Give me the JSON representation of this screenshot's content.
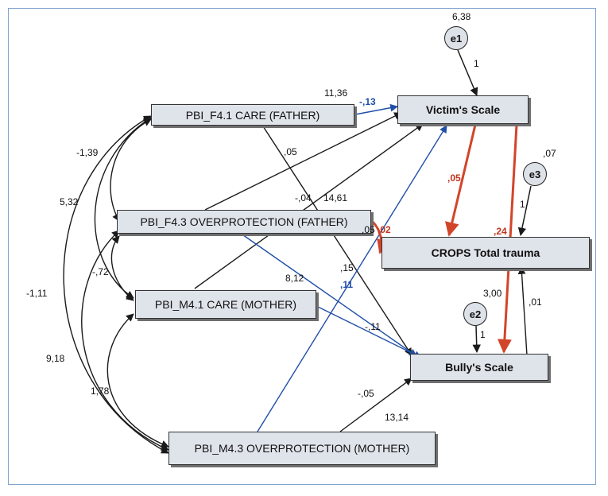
{
  "variables": {
    "pbi_f41": "PBI_F4.1 CARE (FATHER)",
    "pbi_f43": "PBI_F4.3 OVERPROTECTION (FATHER)",
    "pbi_m41": "PBI_M4.1 CARE (MOTHER)",
    "pbi_m43": "PBI_M4.3 OVERPROTECTION (MOTHER)",
    "victims_scale": "Victim's Scale",
    "crops_total": "CROPS Total trauma",
    "bullys_scale": "Bully's Scale"
  },
  "error_terms": {
    "e1": "e1",
    "e2": "e2",
    "e3": "e3"
  },
  "estimates": {
    "e1_variance": "6,38",
    "e1_path": "1",
    "e3_variance": ",07",
    "e3_path": "1",
    "e2_path": "1",
    "f41_variance": "11,36",
    "f41_to_victim": "-,13",
    "f41_to_bully": ",05",
    "f43_to_crops": ",02",
    "f43_to_crops_black": ",05",
    "f43_variance": "14,61",
    "f43_to_victim": "-,04",
    "m41_variance": "8,12",
    "m41_to_bully": "-,11",
    "m43_variance": "13,14",
    "m43_to_bully": "-,05",
    "m43_to_victim": ",11",
    "m43_to_victim_black": ",15",
    "victim_to_crops": ",05",
    "victim_to_bully": ",24",
    "bully_variance": "3,00",
    "bully_to_crops": ",01",
    "cov_f41_f43": "-1,39",
    "cov_f41_m41": "5,32",
    "cov_f41_m43": "-1,11",
    "cov_f43_m41": "-,72",
    "cov_f43_m43": "9,18",
    "cov_m41_m43": "1,78"
  },
  "colors": {
    "black_path": "#1a1a1a",
    "blue_path": "#1f4ea8",
    "red_path": "#d2452a",
    "box_fill": "#dfe3ea"
  }
}
